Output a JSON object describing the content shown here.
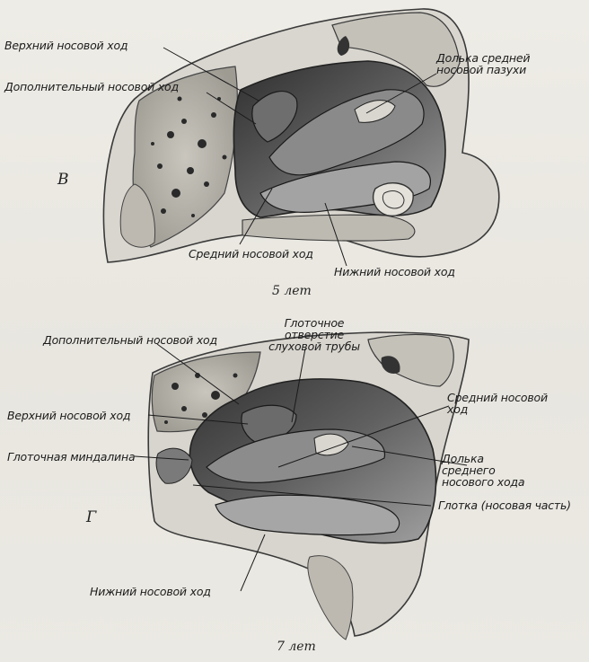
{
  "figure_v": {
    "letter": "В",
    "age": "5 лет",
    "labels": {
      "upper_meatus": "Верхний носовой ход",
      "accessory_meatus": "Дополнительный носовой ход",
      "middle_sinus_lobule": "Долька средней носовой пазухи",
      "middle_meatus": "Средний носовой ход",
      "lower_meatus": "Нижний носовой ход"
    }
  },
  "figure_g": {
    "letter": "Г",
    "age": "7 лет",
    "labels": {
      "accessory_meatus": "Дополнительный носовой ход",
      "tube_opening": "Глоточное отверстие слуховой трубы",
      "upper_meatus": "Верхний носовой ход",
      "middle_meatus": "Средний носовой ход",
      "pharyngeal_tonsil": "Глоточная миндалина",
      "middle_meatus_lobule": "Долька среднего носового хода",
      "pharynx_nasal": "Глотка (носовая часть)",
      "lower_meatus": "Нижний носовой ход"
    }
  },
  "colors": {
    "ink": "#1b1b1b",
    "tissue_dark": "#3e3e3e",
    "tissue_mid": "#8a8a8a",
    "tissue_light": "#d6d3cc"
  }
}
